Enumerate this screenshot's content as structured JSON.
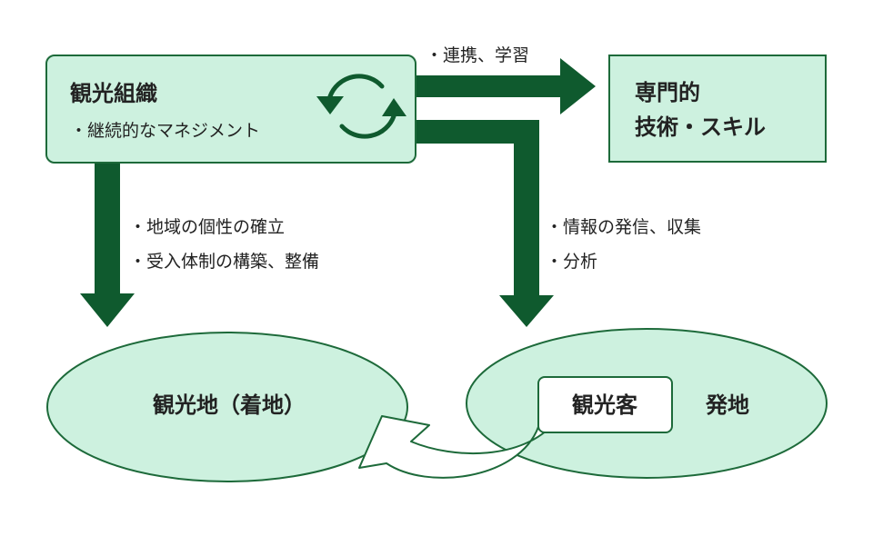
{
  "org_box": {
    "title": "観光組織",
    "subtitle": "・継続的なマネジメント"
  },
  "expert_box": {
    "line1": "専門的",
    "line2": "技術・スキル"
  },
  "labels": {
    "collaboration": "・連携、学習",
    "left_1": "・地域の個性の確立",
    "left_2": "・受入体制の構築、整備",
    "right_1": "・情報の発信、収集",
    "right_2": "・分析"
  },
  "destination": {
    "label": "観光地（着地）"
  },
  "origin": {
    "tourist": "観光客",
    "label": "発地"
  },
  "colors": {
    "dark_green": "#0f5a2e",
    "light_green": "#cdf1df",
    "border_green": "#1d6a3a",
    "text": "#222222"
  },
  "icons": {
    "cycle": "refresh-cycle-icon"
  }
}
